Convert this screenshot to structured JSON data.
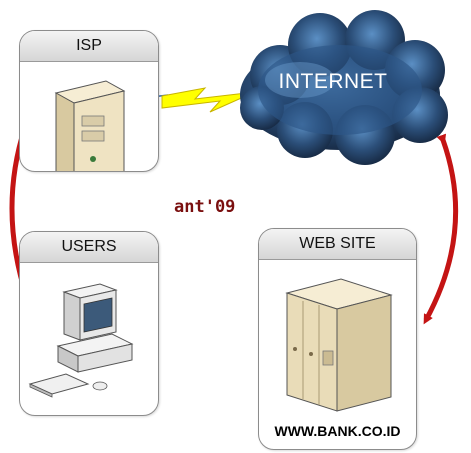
{
  "nodes": {
    "isp": {
      "label": "ISP"
    },
    "users": {
      "label": "USERS"
    },
    "website": {
      "label": "WEB SITE",
      "caption": "WWW.BANK.CO.ID"
    },
    "internet": {
      "label": "INTERNET"
    }
  },
  "signature": "ant'09",
  "colors": {
    "arrow": "#c41414",
    "cloud_dark": "#1a2e4a",
    "cloud_light": "#4a7db0",
    "lightning": "#ffff00",
    "server_beige": "#efe3c2"
  }
}
